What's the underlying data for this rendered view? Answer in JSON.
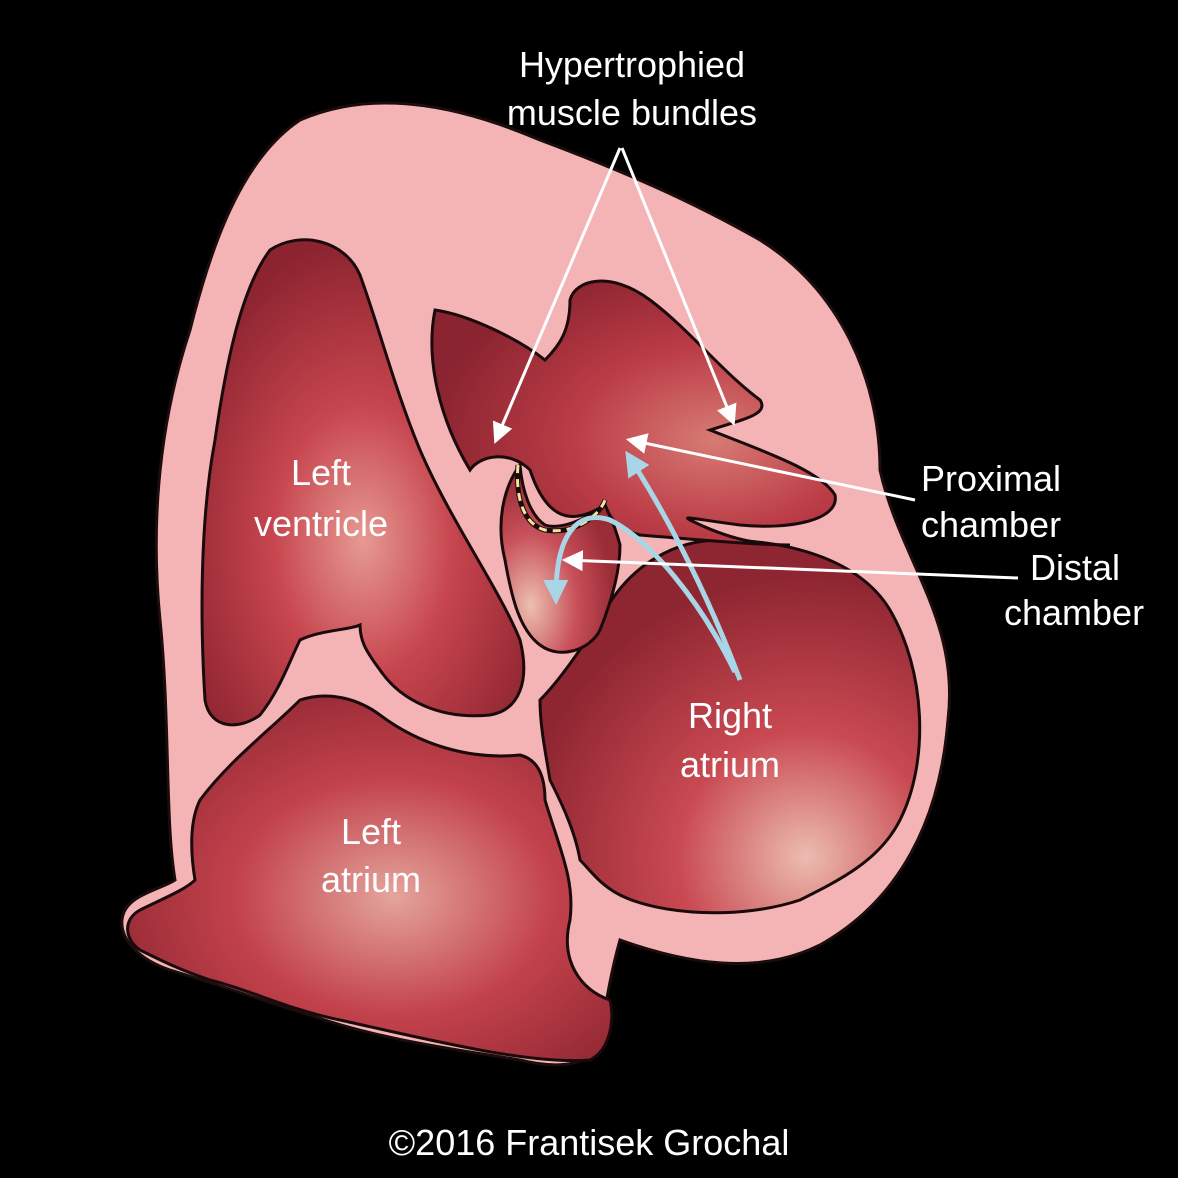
{
  "labels": {
    "hypertrophied": [
      "Hypertrophied",
      "muscle bundles"
    ],
    "left_ventricle": [
      "Left",
      "ventricle"
    ],
    "left_atrium": [
      "Left",
      "atrium"
    ],
    "right_atrium": [
      "Right",
      "atrium"
    ],
    "proximal_chamber": [
      "Proximal",
      "chamber"
    ],
    "distal_chamber": [
      "Distal",
      "chamber"
    ]
  },
  "credit": "©2016 Frantisek Grochal",
  "colors": {
    "background": "#000000",
    "myocardium": "#f4b4b6",
    "chamber_dark": "#8f2630",
    "chamber_mid": "#c2424c",
    "chamber_light": "#e9a9a0",
    "outline": "#1a0a0c",
    "arrow_white": "#ffffff",
    "arrow_blue": "#a9d6e6",
    "dashed_line": "#f2e49a"
  }
}
